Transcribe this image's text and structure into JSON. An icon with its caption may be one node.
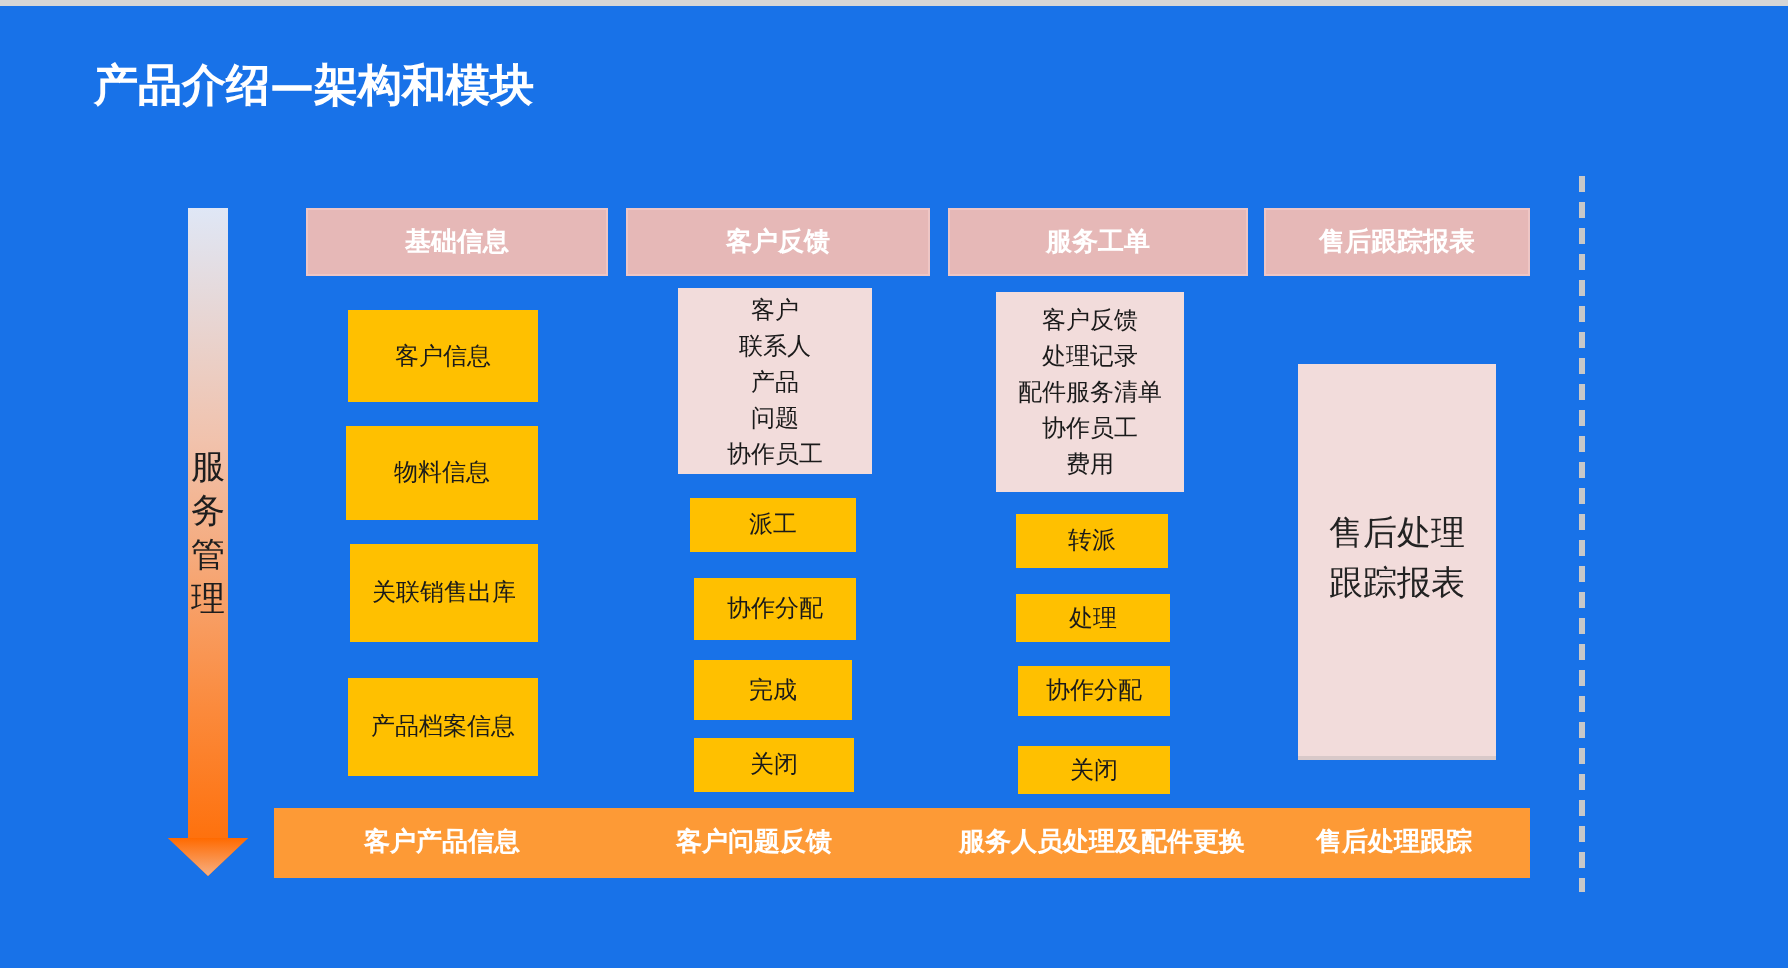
{
  "diagram": {
    "title": "产品介绍—架构和模块",
    "nodes": [
      {
        "text": [
          "服务管理"
        ]
      },
      {
        "text": [
          "基础信息"
        ]
      },
      {
        "text": [
          "客户反馈"
        ]
      },
      {
        "text": [
          "服务工单"
        ]
      },
      {
        "text": [
          "售后跟踪报表"
        ]
      },
      {
        "text": [
          "客户信息"
        ]
      },
      {
        "text": [
          "物料信息"
        ]
      },
      {
        "text": [
          "关联销售出库"
        ]
      },
      {
        "text": [
          "产品档案信息"
        ]
      },
      {
        "text": [
          "客户",
          "联系人",
          "产品",
          "问题",
          "协作员工"
        ]
      },
      {
        "text": [
          "派工"
        ]
      },
      {
        "text": [
          "协作分配"
        ]
      },
      {
        "text": [
          "完成"
        ]
      },
      {
        "text": [
          "关闭"
        ]
      },
      {
        "text": [
          "客户反馈",
          "处理记录",
          "配件服务清单",
          "协作员工",
          "费用"
        ]
      },
      {
        "text": [
          "转派"
        ]
      },
      {
        "text": [
          "处理"
        ]
      },
      {
        "text": [
          "协作分配"
        ]
      },
      {
        "text": [
          "关闭"
        ]
      },
      {
        "text": [
          "售后处理跟踪报表"
        ]
      },
      {
        "text": [
          "客户产品信息",
          "客户问题反馈",
          "服务人员处理及配件更换",
          "售后处理跟踪"
        ]
      }
    ]
  }
}
